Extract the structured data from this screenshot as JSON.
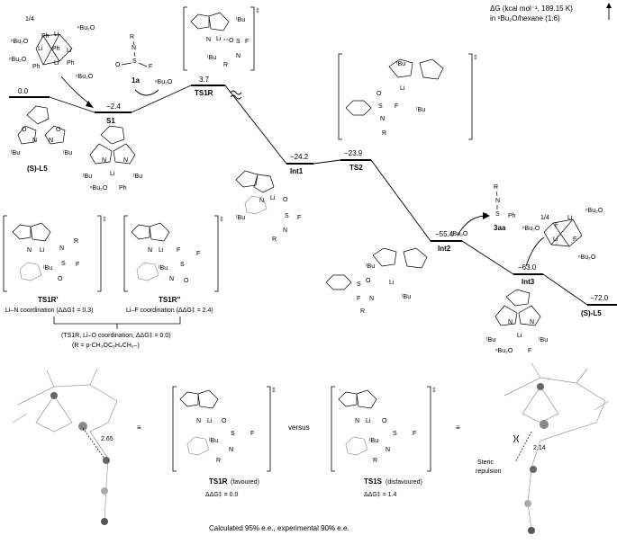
{
  "header": {
    "energy_label": "ΔG (kcal mol⁻¹, 189.15 K)",
    "solvent_label": "in ⁿBu₂O/hexane (1:6)"
  },
  "levels": [
    {
      "name": "L5",
      "energy": "0.0",
      "label": "(S)-L5"
    },
    {
      "name": "S1",
      "energy": "−2.4",
      "label": "S1"
    },
    {
      "name": "TS1R",
      "energy": "3.7",
      "label": "TS1R"
    },
    {
      "name": "Int1",
      "energy": "−24.2",
      "label": "Int1"
    },
    {
      "name": "TS2",
      "energy": "−23.9",
      "label": "TS2"
    },
    {
      "name": "Int2",
      "energy": "−55.4",
      "label": "Int2"
    },
    {
      "name": "Int3",
      "energy": "−63.0",
      "label": "Int3"
    },
    {
      "name": "L5end",
      "energy": "−72.0",
      "label": "(S)-L5"
    }
  ],
  "reagents": {
    "organolithium_fraction": "1/4",
    "reagent_1a": "1a",
    "product_3aa": "3aa",
    "lif_fraction": "1/4",
    "bu2o_release_1": "ⁿBu₂O",
    "bu2o_release_2": "ⁿBu₂O"
  },
  "alternatives": {
    "ts1r_prime": {
      "label": "TS1R′",
      "desc": "Li–N coordination (ΔΔG‡ = 0.3)"
    },
    "ts1r_dprime": {
      "label": "TS1R″",
      "desc": "Li–F coordination (ΔΔG‡ = 2.4)"
    },
    "ts1r_note": "(TS1R, Li–O coordination, ΔΔG‡ = 0.0)",
    "r_note": "(R = p-CH₃OC₆H₄CH₂–)"
  },
  "comparison": {
    "distance_left": "2.65",
    "distance_right": "2.14",
    "versus": "versus",
    "left_label": "TS1R",
    "left_status": "(favoured)",
    "left_ddg": "ΔΔG‡ = 0.0",
    "right_label": "TS1S",
    "right_status": "(disfavoured)",
    "right_ddg": "ΔΔG‡ = 1.4",
    "steric": "Steric repulsion",
    "footer": "Calculated 95% e.e., experimental 90% e.e."
  },
  "atoms": {
    "li": "Li",
    "n": "N",
    "o": "O",
    "s": "S",
    "f": "F",
    "r": "R",
    "tbu": "ᵗBu",
    "nbu2o": "ⁿBu₂O",
    "ph": "Ph",
    "dagger": "‡"
  }
}
